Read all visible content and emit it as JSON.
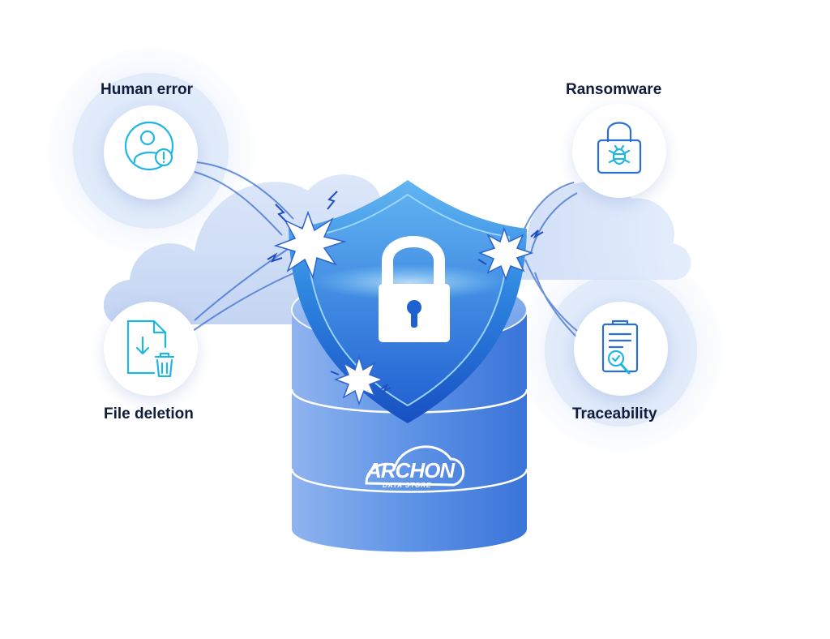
{
  "threats": {
    "human_error": {
      "label": "Human error",
      "icon": "user-alert-icon"
    },
    "ransomware": {
      "label": "Ransomware",
      "icon": "padlock-bug-icon"
    },
    "file_deletion": {
      "label": "File deletion",
      "icon": "file-delete-icon"
    },
    "traceability": {
      "label": "Traceability",
      "icon": "clipboard-search-icon"
    }
  },
  "center": {
    "shield_icon": "padlock-icon",
    "database_icon": "database-icon"
  },
  "brand": {
    "name": "ARCHON",
    "tagline": "DATA STORE"
  },
  "colors": {
    "accent_cyan": "#1fb6e6",
    "navy_text": "#101c3c",
    "shield_blue": "#1a5fd0",
    "database_blue": "#4a86e0"
  }
}
